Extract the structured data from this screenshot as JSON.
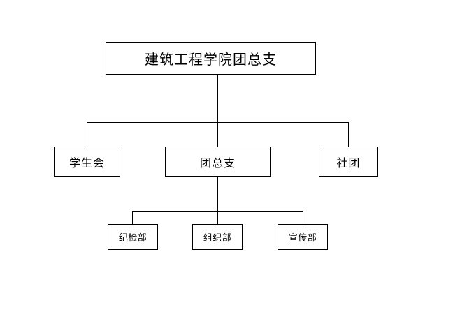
{
  "diagram": {
    "title": "建筑工程学院团总支",
    "type": "organization-chart",
    "colors": {
      "line": "#000000",
      "box_border": "#000000",
      "background": "#ffffff",
      "text": "#000000"
    },
    "root": {
      "label": "建筑工程学院团总支"
    },
    "level2": [
      {
        "label": "学生会"
      },
      {
        "label": "团总支"
      },
      {
        "label": "社团"
      }
    ],
    "level3": [
      {
        "label": "纪检部"
      },
      {
        "label": "组织部"
      },
      {
        "label": "宣传部"
      }
    ]
  }
}
